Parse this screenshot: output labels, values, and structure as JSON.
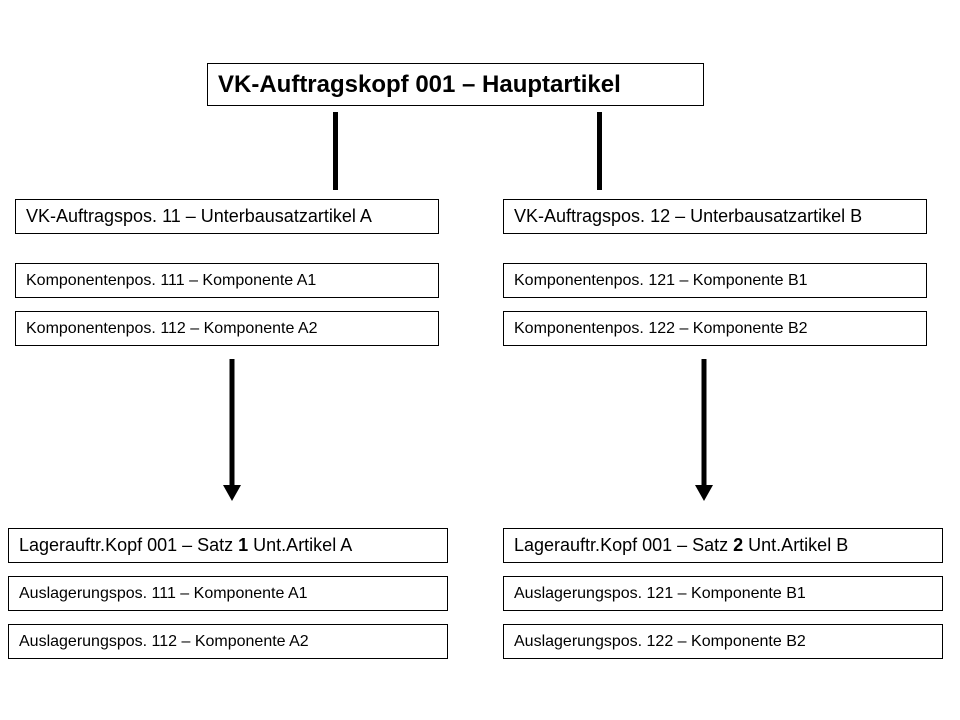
{
  "header": {
    "title": "VK-Auftragskopf 001 – Hauptartikel"
  },
  "left": {
    "order_position": "VK-Auftragspos. 11 – Unterbausatzartikel A",
    "components": [
      "Komponentenpos. 111 – Komponente A1",
      "Komponentenpos. 112 – Komponente A2"
    ],
    "warehouse_head": {
      "prefix": "Lagerauftr.Kopf 001 – Satz ",
      "set_number": "1",
      "suffix": " Unt.Artikel A"
    },
    "picking_positions": [
      "Auslagerungspos. 111 – Komponente A1",
      "Auslagerungspos. 112 – Komponente A2"
    ]
  },
  "right": {
    "order_position": "VK-Auftragspos. 12 – Unterbausatzartikel B",
    "components": [
      "Komponentenpos. 121 – Komponente B1",
      "Komponentenpos. 122 – Komponente B2"
    ],
    "warehouse_head": {
      "prefix": "Lagerauftr.Kopf 001 – Satz ",
      "set_number": "2",
      "suffix": " Unt.Artikel B"
    },
    "picking_positions": [
      "Auslagerungspos. 121 – Komponente B1",
      "Auslagerungspos. 122 – Komponente B2"
    ]
  },
  "colors": {
    "line": "#000000",
    "box_border": "#000000",
    "background": "#ffffff"
  }
}
